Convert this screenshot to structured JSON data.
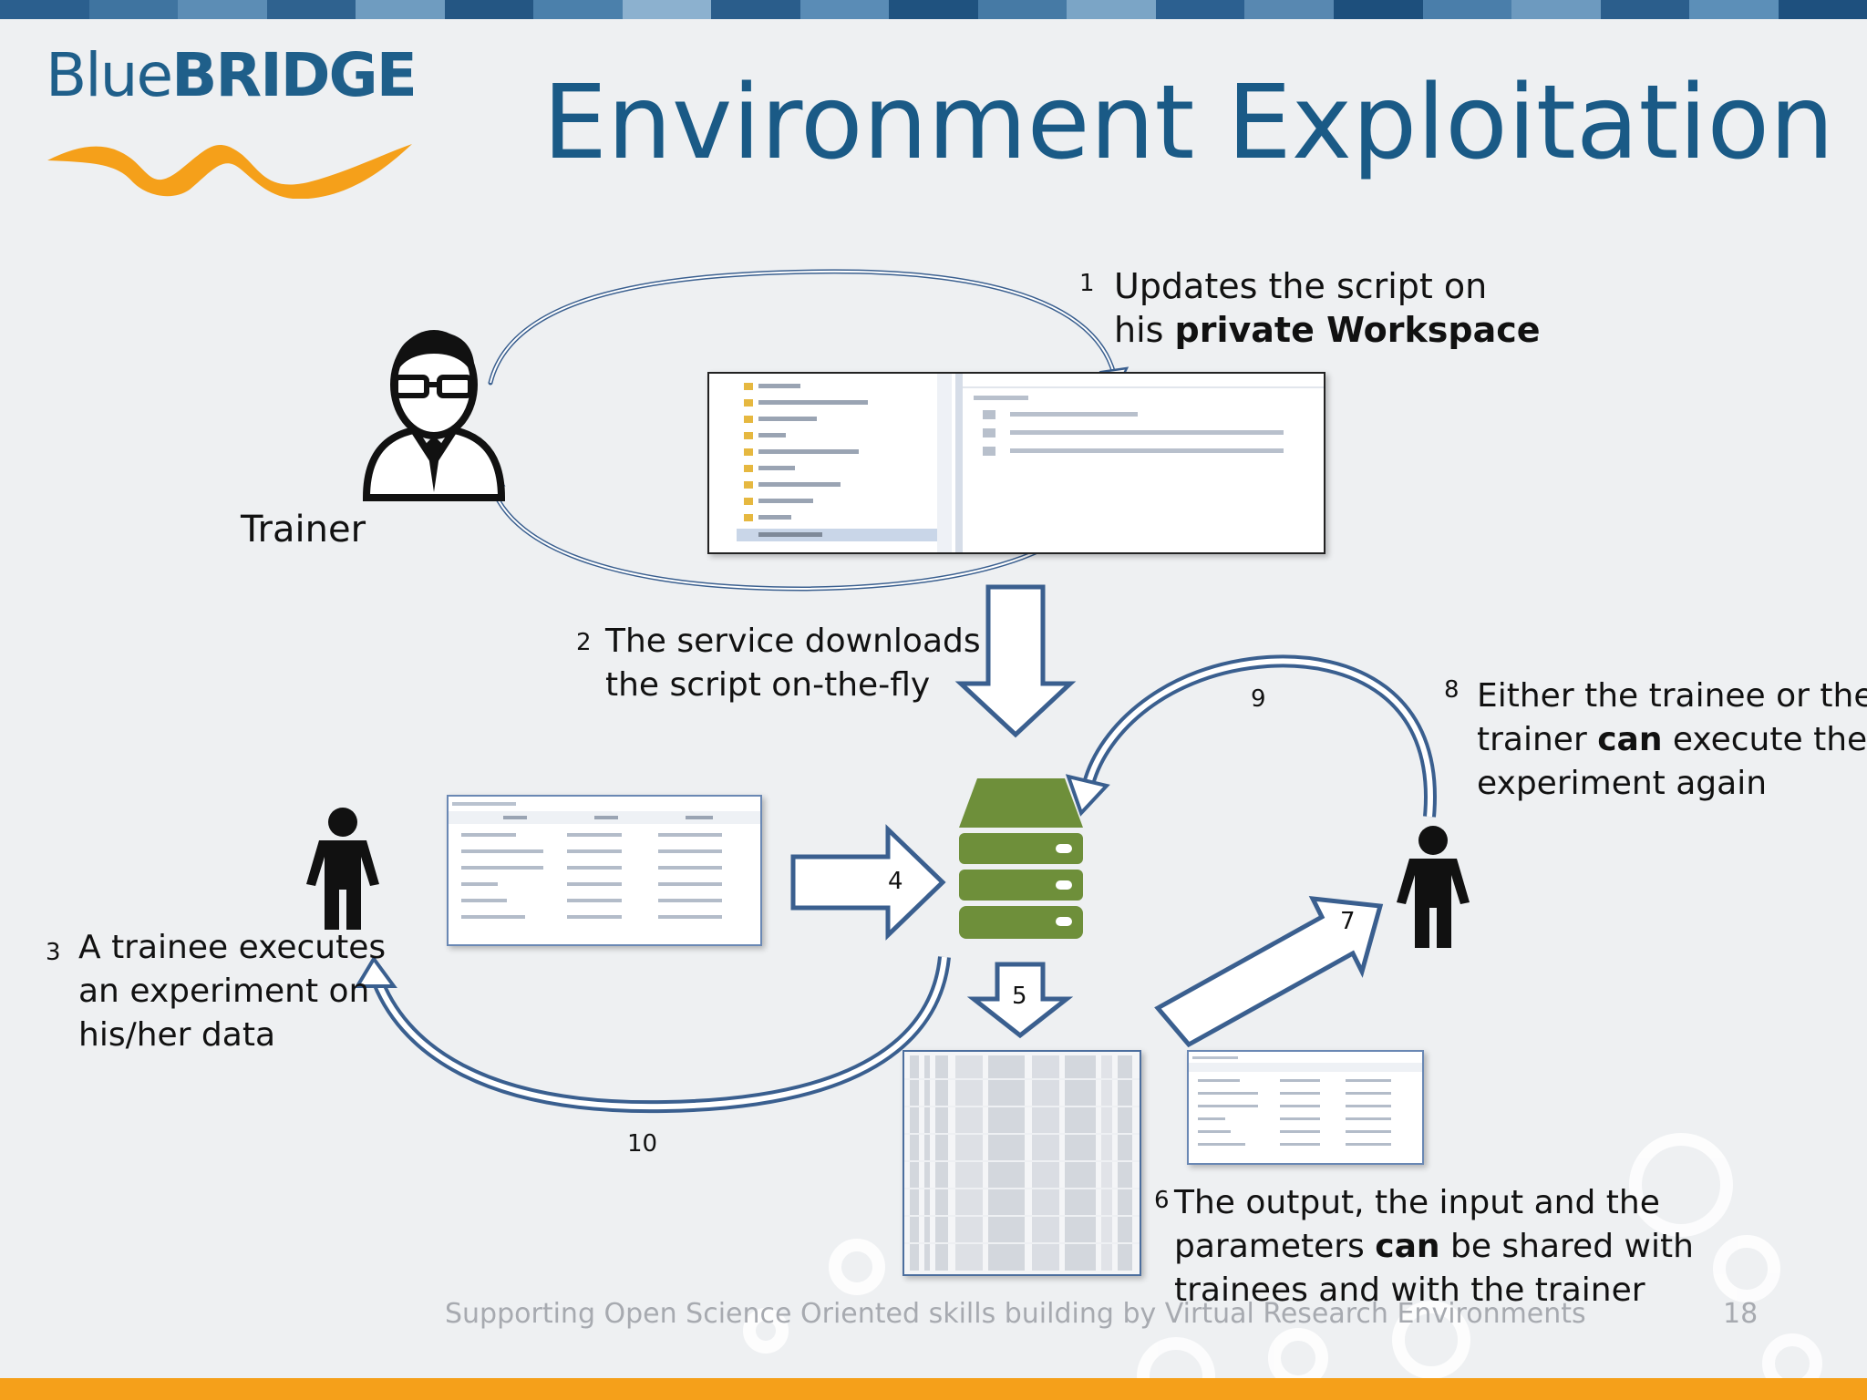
{
  "slide": {
    "title": "Environment Exploitation",
    "logo": {
      "text_blue": "Blue",
      "text_bridge": "BRIDGE"
    },
    "footer": "Supporting Open Science Oriented skills building  by Virtual Research Environments",
    "page_number": "18",
    "colors": {
      "title": "#1a5a86",
      "accent_orange": "#f5a01a",
      "server_green": "#6e8f3a",
      "arrow_blue": "#3a5f8f"
    }
  },
  "actors": {
    "trainer_label": "Trainer"
  },
  "steps": {
    "s1": {
      "number": "1",
      "line1": "Updates the script on",
      "line2_pre": "his ",
      "line2_bold": "private Workspace"
    },
    "s2": {
      "number": "2",
      "line1": "The service downloads",
      "line2": "the script on-the-fly"
    },
    "s3": {
      "number": "3",
      "line1": "A trainee executes",
      "line2": "an experiment on",
      "line3": "his/her data"
    },
    "s4": {
      "number": "4"
    },
    "s5": {
      "number": "5"
    },
    "s6": {
      "number": "6",
      "line1": "The output, the input and the",
      "line2_pre": "parameters ",
      "line2_bold": "can",
      "line2_post": " be shared with",
      "line3": "trainees and with the trainer"
    },
    "s7": {
      "number": "7"
    },
    "s8": {
      "number": "8",
      "line1": "Either the trainee or the",
      "line2_pre": "trainer ",
      "line2_bold": "can",
      "line2_post": " execute the",
      "line3": "experiment again"
    },
    "s9": {
      "number": "9"
    },
    "s10": {
      "number": "10"
    }
  }
}
